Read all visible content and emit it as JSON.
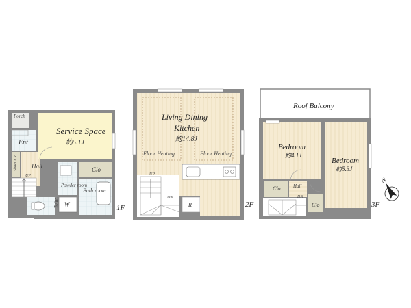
{
  "floors": {
    "f1": {
      "label": "1F",
      "rooms": {
        "porch": "Porch",
        "ent": "Ent",
        "shoe_clo": "Shoes Clo",
        "hall": "Hall",
        "up": "UP",
        "toilet": "Toilet",
        "powder": "Powder room",
        "w": "W",
        "bath": "Bath room",
        "clo": "Clo",
        "service": "Service Space",
        "service_size": "約5.1J"
      }
    },
    "f2": {
      "label": "2F",
      "rooms": {
        "ldk": "Living Dining",
        "ldk2": "Kitchen",
        "ldk_size": "約14.8J",
        "heat_left": "Floor Heating",
        "heat_right": "Floor Heating",
        "up": "UP",
        "dn": "DN",
        "r": "R"
      }
    },
    "f3": {
      "label": "3F",
      "rooms": {
        "balcony": "Roof Balcony",
        "bed1": "Bedroom",
        "bed1_size": "約4.1J",
        "bed2": "Bedroom",
        "bed2_size": "約5.3J",
        "clo_left": "Clo",
        "clo_right": "Clo",
        "hall": "Hall",
        "dn": "DN"
      }
    }
  },
  "compass": {
    "letter": "N"
  },
  "colors": {
    "wall": "#8a8a8a",
    "floor_wood": "#f6ebd2",
    "floor_tile": "#eaf3f6",
    "service": "#fbf5cc",
    "clo": "#dfdcc6",
    "balcony": "#ffffff"
  }
}
